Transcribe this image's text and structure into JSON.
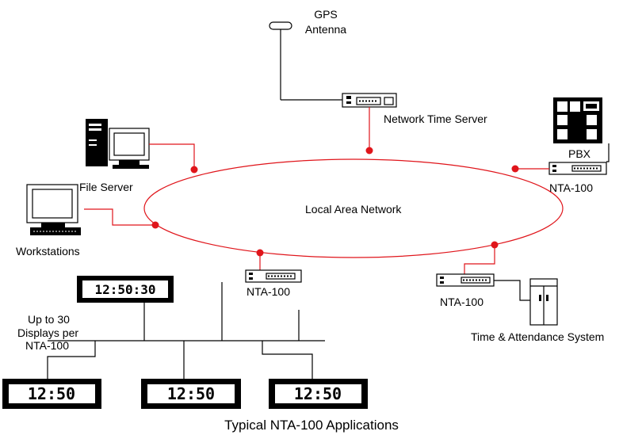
{
  "labels": {
    "gps_line1": "GPS",
    "gps_line2": "Antenna",
    "network_time_server": "Network Time Server",
    "pbx": "PBX",
    "nta_right": "NTA-100",
    "file_server": "File Server",
    "lan": "Local Area Network",
    "workstations": "Workstations",
    "nta_center": "NTA-100",
    "nta_bottom_right": "NTA-100",
    "time_attendance": "Time & Attendance System",
    "displays_line1": "Up to 30",
    "displays_line2": "Displays per",
    "displays_line3": "NTA-100",
    "caption": "Typical NTA-100 Applications"
  },
  "clocks": {
    "top": "12:50:30",
    "bottom_left": "12:50",
    "bottom_center": "12:50",
    "bottom_right": "12:50"
  },
  "colors": {
    "network_line": "#e0151b",
    "device_line": "#000000"
  }
}
